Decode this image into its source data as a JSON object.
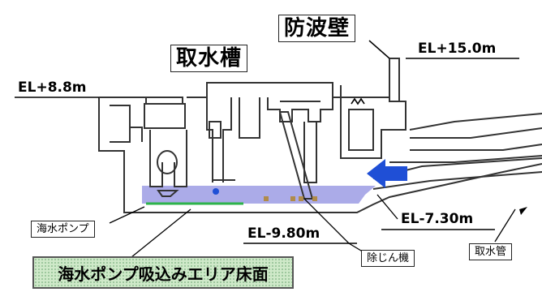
{
  "labels": {
    "breakwater": "防波壁",
    "intake_tank": "取水槽",
    "el_top_right": "EL+15.0m",
    "el_top_left": "EL+8.8m",
    "el_mid": "EL-7.30m",
    "el_bottom": "EL-9.80m",
    "seawater_pump": "海水ポンプ",
    "debris_remover": "除じん機",
    "intake_pipe": "取水管",
    "pump_floor_area": "海水ポンプ吸込みエリア床面"
  },
  "colors": {
    "water": "#8f8fe0",
    "arrow": "#1f4fd6",
    "floor_box": "#cfe9c9",
    "structure_line": "#333333"
  }
}
